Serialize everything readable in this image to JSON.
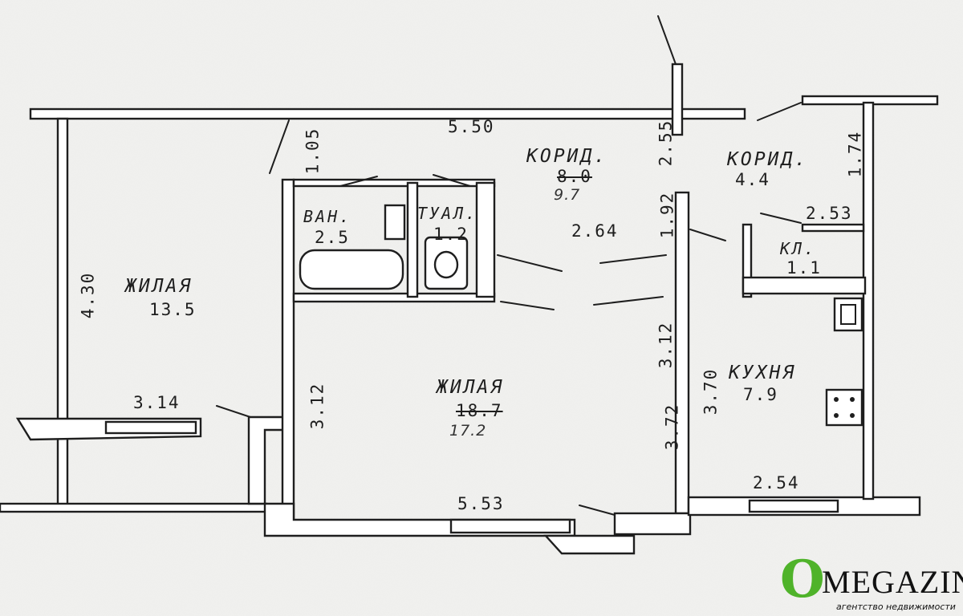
{
  "rooms": {
    "living_left": {
      "name": "ЖИЛАЯ",
      "area": "13.5"
    },
    "living_main": {
      "name": "ЖИЛАЯ",
      "area_struck": "18.7",
      "area_note": "17.2"
    },
    "corridor_main": {
      "name": "КОРИД.",
      "area_struck": "8.0",
      "area_note": "9.7"
    },
    "corridor_right": {
      "name": "КОРИД.",
      "area": "4.4"
    },
    "bathroom": {
      "name": "ВАН.",
      "area": "2.5"
    },
    "toilet": {
      "name": "ТУАЛ.",
      "area": "1.2"
    },
    "pantry": {
      "name": "КЛ.",
      "area": "1.1"
    },
    "kitchen": {
      "name": "КУХНЯ",
      "area": "7.9"
    }
  },
  "dimensions": {
    "top_width": "5.50",
    "left_height": "4.30",
    "left_bottom": "3.14",
    "main_left": "3.12",
    "main_right": "3.12",
    "main_bottom": "5.53",
    "corridor_width": "2.64",
    "corridor_height": "2.55",
    "corridor_side": "1.92",
    "wall_stub": "1.05",
    "right_corridor_height": "1.74",
    "pantry_width": "2.53",
    "kitchen_left": "3.70",
    "kitchen_left_alt": "3.72",
    "kitchen_bottom": "2.54"
  },
  "logo": {
    "mark": "O",
    "word": "MEGAZIN",
    "subtitle": "агентство недвижимости"
  },
  "colors": {
    "ink": "#1e1e1e",
    "wall_fill": "#ffffff",
    "paper": "#f1f1ef",
    "logo_green": "#4fb32a"
  }
}
